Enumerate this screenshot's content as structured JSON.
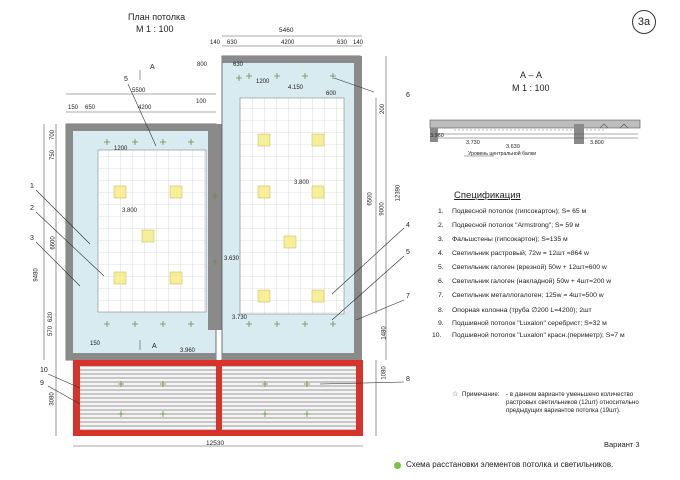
{
  "page_badge": "3а",
  "plan": {
    "title": "План потолка",
    "scale": "М  1 : 100",
    "dims": {
      "total_width": "5460",
      "top_140": "140",
      "top_630a": "630",
      "top_4200": "4200",
      "top_630b": "630",
      "top_140b": "140",
      "left_5500": "5500",
      "left_4200": "4200",
      "left_150": "150",
      "left_650": "650",
      "d_100": "100",
      "d_800": "800",
      "d_630": "630",
      "d_1200a": "1200",
      "d_4150": "4.150",
      "d_600": "600",
      "d_1200b": "1200",
      "d_3800a": "3.800",
      "d_3800b": "3.800",
      "d_3630": "3.630",
      "d_3730": "3.730",
      "d_3960": "3.960",
      "d_150": "150",
      "total_bottom": "12530",
      "v_9480": "9480",
      "v_6600": "6600",
      "v_700": "700",
      "v_750": "750",
      "v_6500": "6500",
      "v_9000": "9000",
      "v_12390": "12390",
      "v_1480": "1480",
      "v_1080": "1080",
      "v_3080": "3080",
      "v_200": "200",
      "v_620": "620",
      "v_570": "570"
    },
    "section_marks": [
      "А",
      "А"
    ],
    "callouts": [
      "1",
      "2",
      "3",
      "4",
      "5",
      "5",
      "6",
      "7",
      "8",
      "9",
      "10"
    ]
  },
  "section": {
    "title": "А – А",
    "scale": "М  1 : 100",
    "dims": [
      "3.960",
      "3.730",
      "3.630",
      "3.800"
    ],
    "beam_label": "Уровень центральной балки"
  },
  "spec": {
    "heading": "Спецификация",
    "items": [
      {
        "n": "1.",
        "text": "Подвесной потолок (гипсокартон);  S= 65 м"
      },
      {
        "n": "2.",
        "text": "Подвесной потолок \"Armstrong\";  S= 59 м"
      },
      {
        "n": "3.",
        "text": "Фальшстены (гипсокартон);  S=135 м"
      },
      {
        "n": "4.",
        "text": "Светильник растровый;  72w = 12шт =864 w"
      },
      {
        "n": "5.",
        "text": "Светильник галоген  (врезной)  50w + 12шт=600 w"
      },
      {
        "n": "6.",
        "text": "Светильник галоген  (накладной)  50w + 4шт=200 w"
      },
      {
        "n": "7.",
        "text": "Светильник металлогалоген;  125w = 4шт=500 w"
      },
      {
        "n": "8.",
        "text": "Опорная колонна  (труба ∅200 L=4200);  2шт"
      },
      {
        "n": "9.",
        "text": "Подшивной потолок \"Luxalon\" серебрист;  S=32 м"
      },
      {
        "n": "10.",
        "text": "Подшивной потолок \"Luxalon\" красн.(периметр);  S=7 м"
      }
    ]
  },
  "note": {
    "star": "☆",
    "label": "Примечание:",
    "text": "- в данном варианте уменьшено количество растровых светильников (12шт) относительно предыдущих вариантов потолка (19шт)."
  },
  "variant": "Вариант 3",
  "footer": "Схема  расстановки элементов потолка и светильников.",
  "colors": {
    "ceiling_fill": "#d7ebf1",
    "grid_fill": "#ffffff",
    "raster_lamp": "#f6ee98",
    "wall": "#8a8a8a",
    "luxalon_red": "#d8332a",
    "luxalon_stripes": "#9a9a9a",
    "bullet": "#79c241"
  }
}
